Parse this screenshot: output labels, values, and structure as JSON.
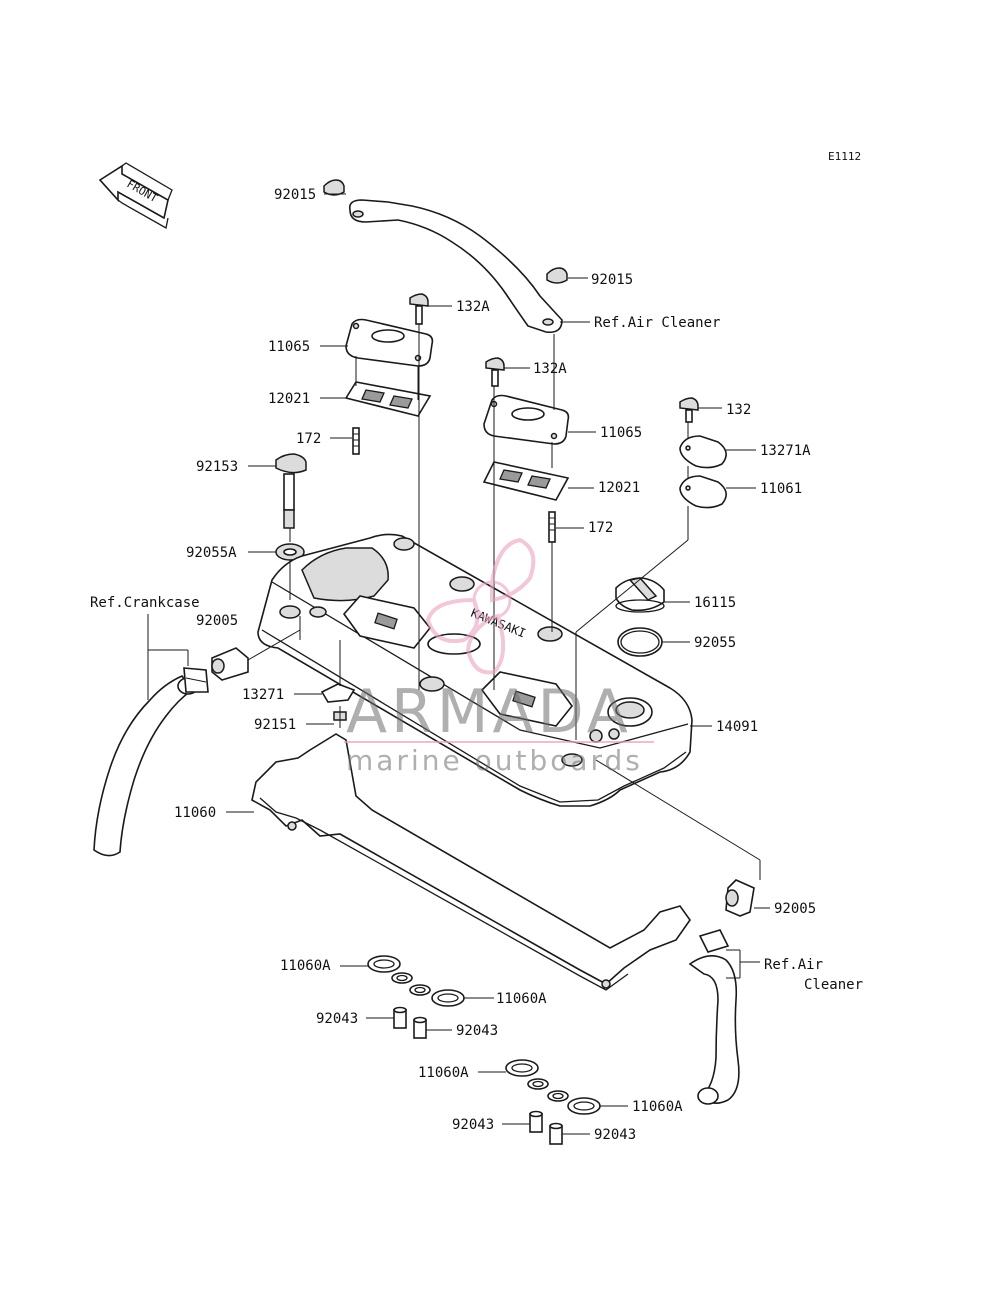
{
  "diagram": {
    "code": "E1112",
    "front_marker": "FRONT",
    "labels": {
      "cover_rail_nut_top": "92015",
      "cover_rail_nut_right": "92015",
      "bolt_left_a": "132A",
      "ref_air_cleaner_top": "Ref.Air Cleaner",
      "breather_cover_left": "11065",
      "breather_plate_left": "12021",
      "stud_left": "172",
      "bolt_right_a": "132A",
      "breather_cover_right": "11065",
      "breather_plate_right": "12021",
      "stud_right": "172",
      "bolt_132": "132",
      "plate_13271a": "13271A",
      "gasket_11061": "11061",
      "cover_bolt": "92153",
      "bolt_washer": "92055A",
      "ref_crankcase": "Ref.Crankcase",
      "hose_fitting_left": "92005",
      "oil_filler_cap": "16115",
      "o_ring": "92055",
      "bracket_13271": "13271",
      "grommet_92151": "92151",
      "head_cover": "14091",
      "head_cover_gasket": "11060",
      "hose_fitting_right": "92005",
      "ref_air_cleaner_bottom_1": "Ref.Air",
      "ref_air_cleaner_bottom_2": "Cleaner",
      "plug_gasket_1": "11060A",
      "plug_gasket_2": "11060A",
      "dowel_1": "92043",
      "dowel_2": "92043",
      "plug_gasket_3": "11060A",
      "plug_gasket_4": "11060A",
      "dowel_3": "92043",
      "dowel_4": "92043"
    }
  },
  "watermark": {
    "brand": "ARMADA",
    "tagline": "marine outboards",
    "color": "#e8a3c0"
  }
}
